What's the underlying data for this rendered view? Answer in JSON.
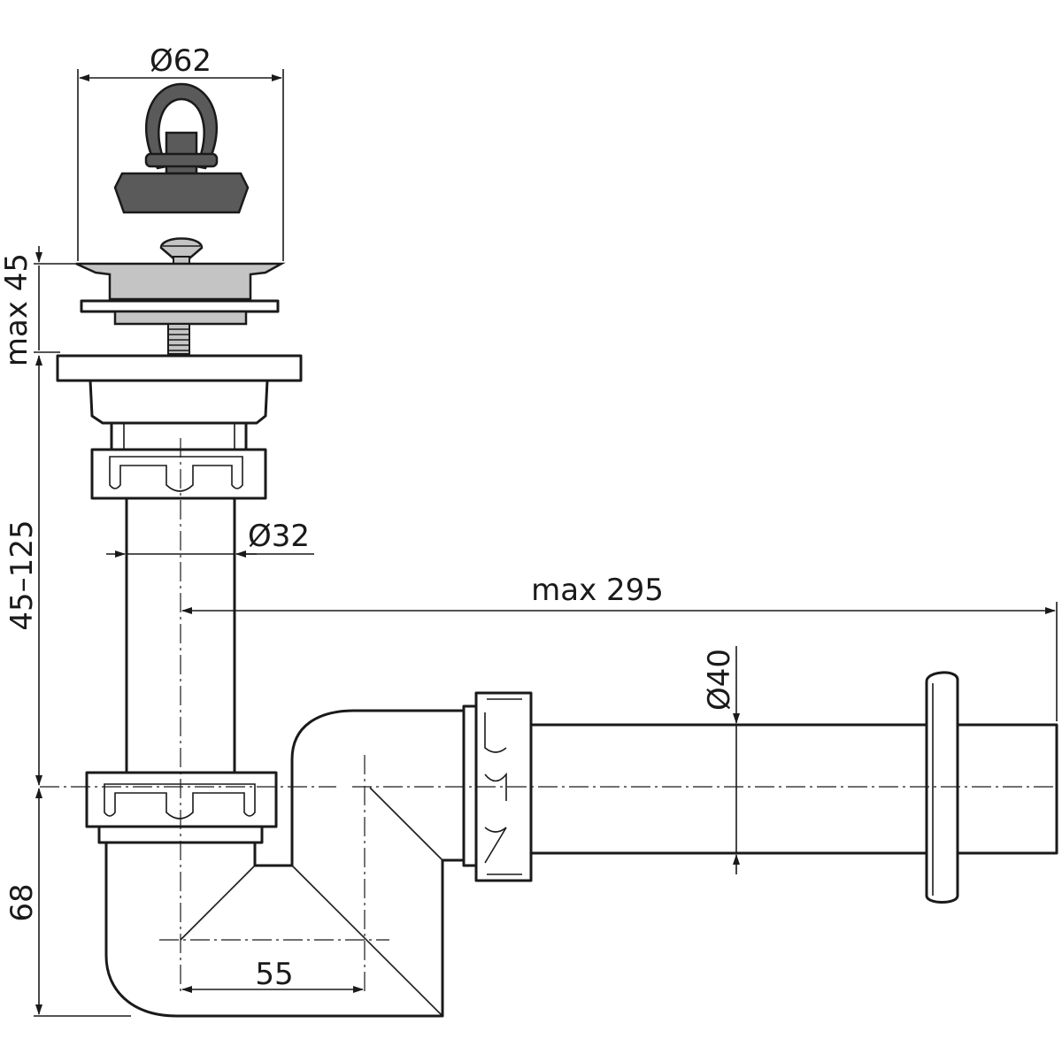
{
  "dimensions": {
    "plug_diameter": "Ø62",
    "strainer_height": "max 45",
    "inlet_length": "45–125",
    "inlet_tube_diameter": "Ø32",
    "outlet_length": "max 295",
    "outlet_tube_diameter": "Ø40",
    "trap_height": "68",
    "trap_offset": "55"
  },
  "colors": {
    "line": "#1a1a1a",
    "plug_dark": "#5a5a5a",
    "metal_grey": "#c4c4c4",
    "background": "#ffffff"
  }
}
